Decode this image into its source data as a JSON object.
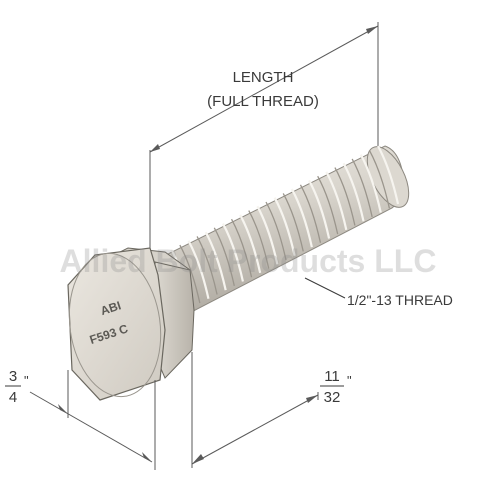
{
  "watermark": "Allied Bolt Products LLC",
  "length_label": {
    "line1": "LENGTH",
    "line2": "(FULL THREAD)"
  },
  "thread_label": "1/2\"-13 THREAD",
  "head_width": {
    "numerator": "3",
    "denominator": "4",
    "unit": "\""
  },
  "head_height": {
    "numerator": "11",
    "denominator": "32",
    "unit": "\""
  },
  "head_marking": {
    "line1": "ABI",
    "line2": "F593 C"
  },
  "colors": {
    "steel_light": "#e3dfd7",
    "steel_mid": "#cdc8bf",
    "steel_dark": "#a39f97",
    "line": "#4a4a4a"
  }
}
